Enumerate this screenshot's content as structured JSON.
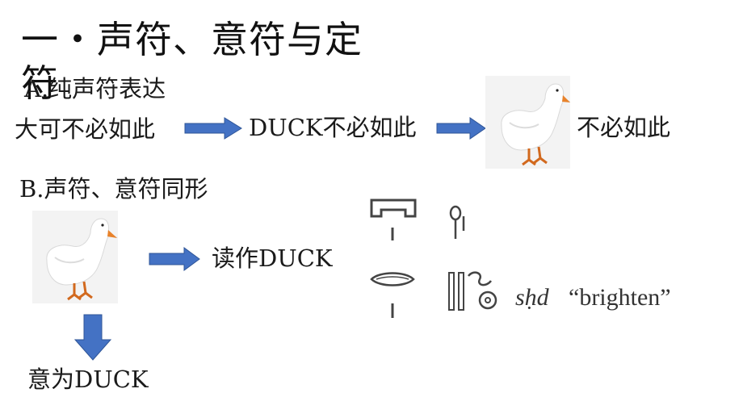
{
  "slide": {
    "title_line1": "一・声符、意符与定",
    "title_line2": "符",
    "section_a": {
      "label": "A.纯声符表达",
      "left_text": "大可不必如此",
      "middle_text": "DUCK不必如此",
      "right_text": "不必如此"
    },
    "section_b": {
      "label": "B.声符、意符同形",
      "read_as": "读作DUCK",
      "meaning": "意为DUCK"
    },
    "hieroglyph": {
      "translit": "sḥd",
      "gloss": "“brighten”"
    }
  },
  "colors": {
    "arrow": "#4472c4",
    "arrow_stroke": "#2f5597"
  },
  "icons": {
    "duck": "duck-image",
    "arrow": "arrow-right-icon",
    "arrow_down": "arrow-down-icon"
  }
}
